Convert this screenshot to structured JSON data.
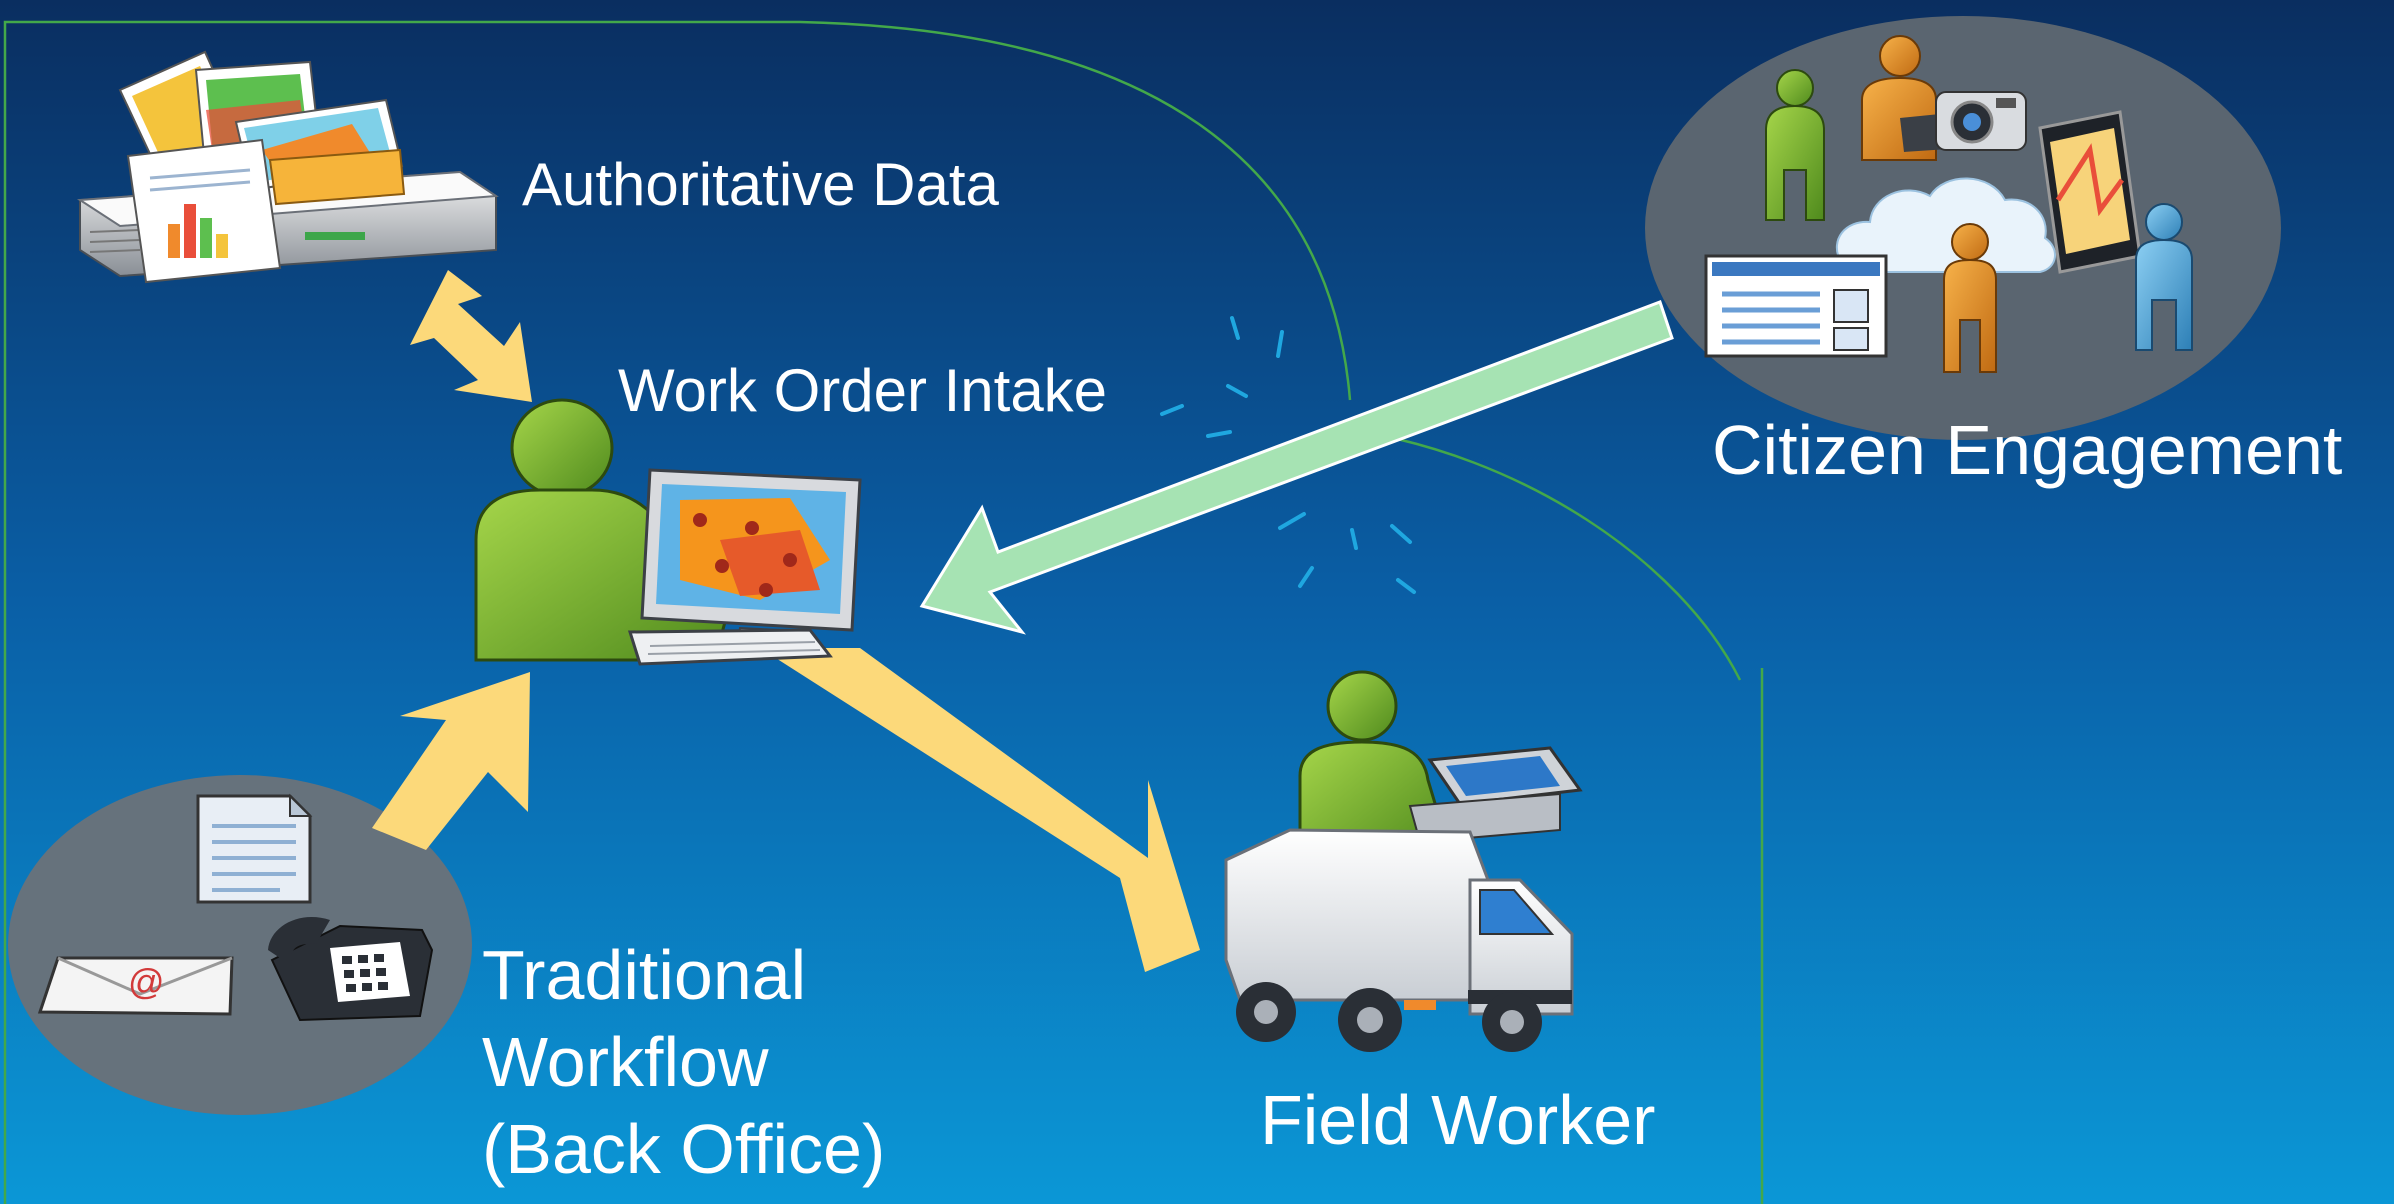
{
  "labels": {
    "authoritative_data": "Authoritative Data",
    "work_order_intake": "Work Order Intake",
    "citizen_engagement": "Citizen Engagement",
    "field_worker": "Field Worker",
    "traditional_workflow": [
      "Traditional",
      "Workflow",
      "(Back Office)"
    ]
  },
  "icons": {
    "server": "server-with-maps-and-documents-icon",
    "operator": "person-at-computer-icon",
    "citizens": "citizens-with-mobile-devices-icon",
    "field_worker": "worker-with-tablet-on-truck-icon",
    "traditional": "document-email-phone-icon"
  },
  "colors": {
    "bg_top": "#0a2f63",
    "bg_bottom": "#0b8fd0",
    "arrow_yellow": "#fcd97a",
    "arrow_green": "#a6e3b3",
    "person_green": "#7cb22f",
    "divider_green": "#4caf50",
    "bubble_gray": "#5a6570"
  }
}
